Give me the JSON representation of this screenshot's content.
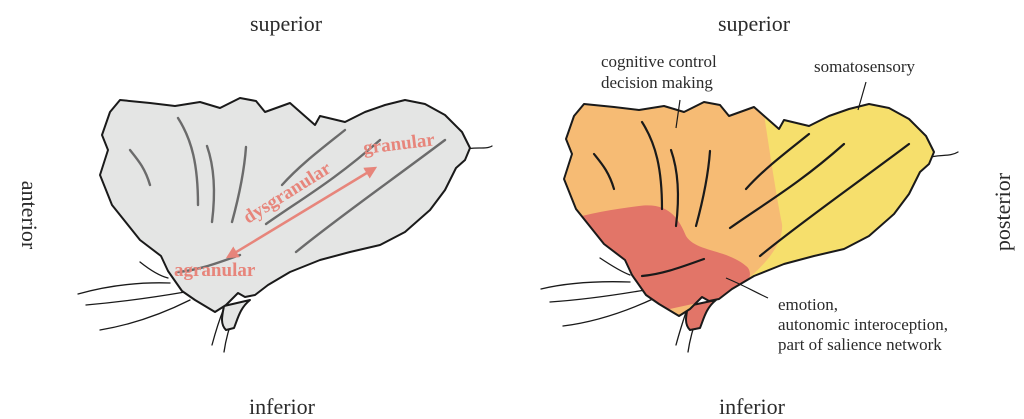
{
  "labels": {
    "left_superior": "superior",
    "right_superior": "superior",
    "left_inferior": "inferior",
    "right_inferior": "inferior",
    "anterior": "anterior",
    "posterior": "posterior"
  },
  "cytoarchitecture": {
    "agranular": "agranular",
    "dysgranular": "dysgranular",
    "granular": "granular",
    "color": "#e7857b"
  },
  "functions": {
    "cognitive_line1": "cognitive control",
    "cognitive_line2": "decision making",
    "somatosensory": "somatosensory",
    "emotion_line1": "emotion,",
    "emotion_line2": "autonomic interoception,",
    "emotion_line3": "part of salience network"
  },
  "colors": {
    "grey_fill": "#e4e5e4",
    "anterior_orange": "#f6bb74",
    "posterior_yellow": "#f6df6c",
    "ventral_red": "#e27568"
  }
}
